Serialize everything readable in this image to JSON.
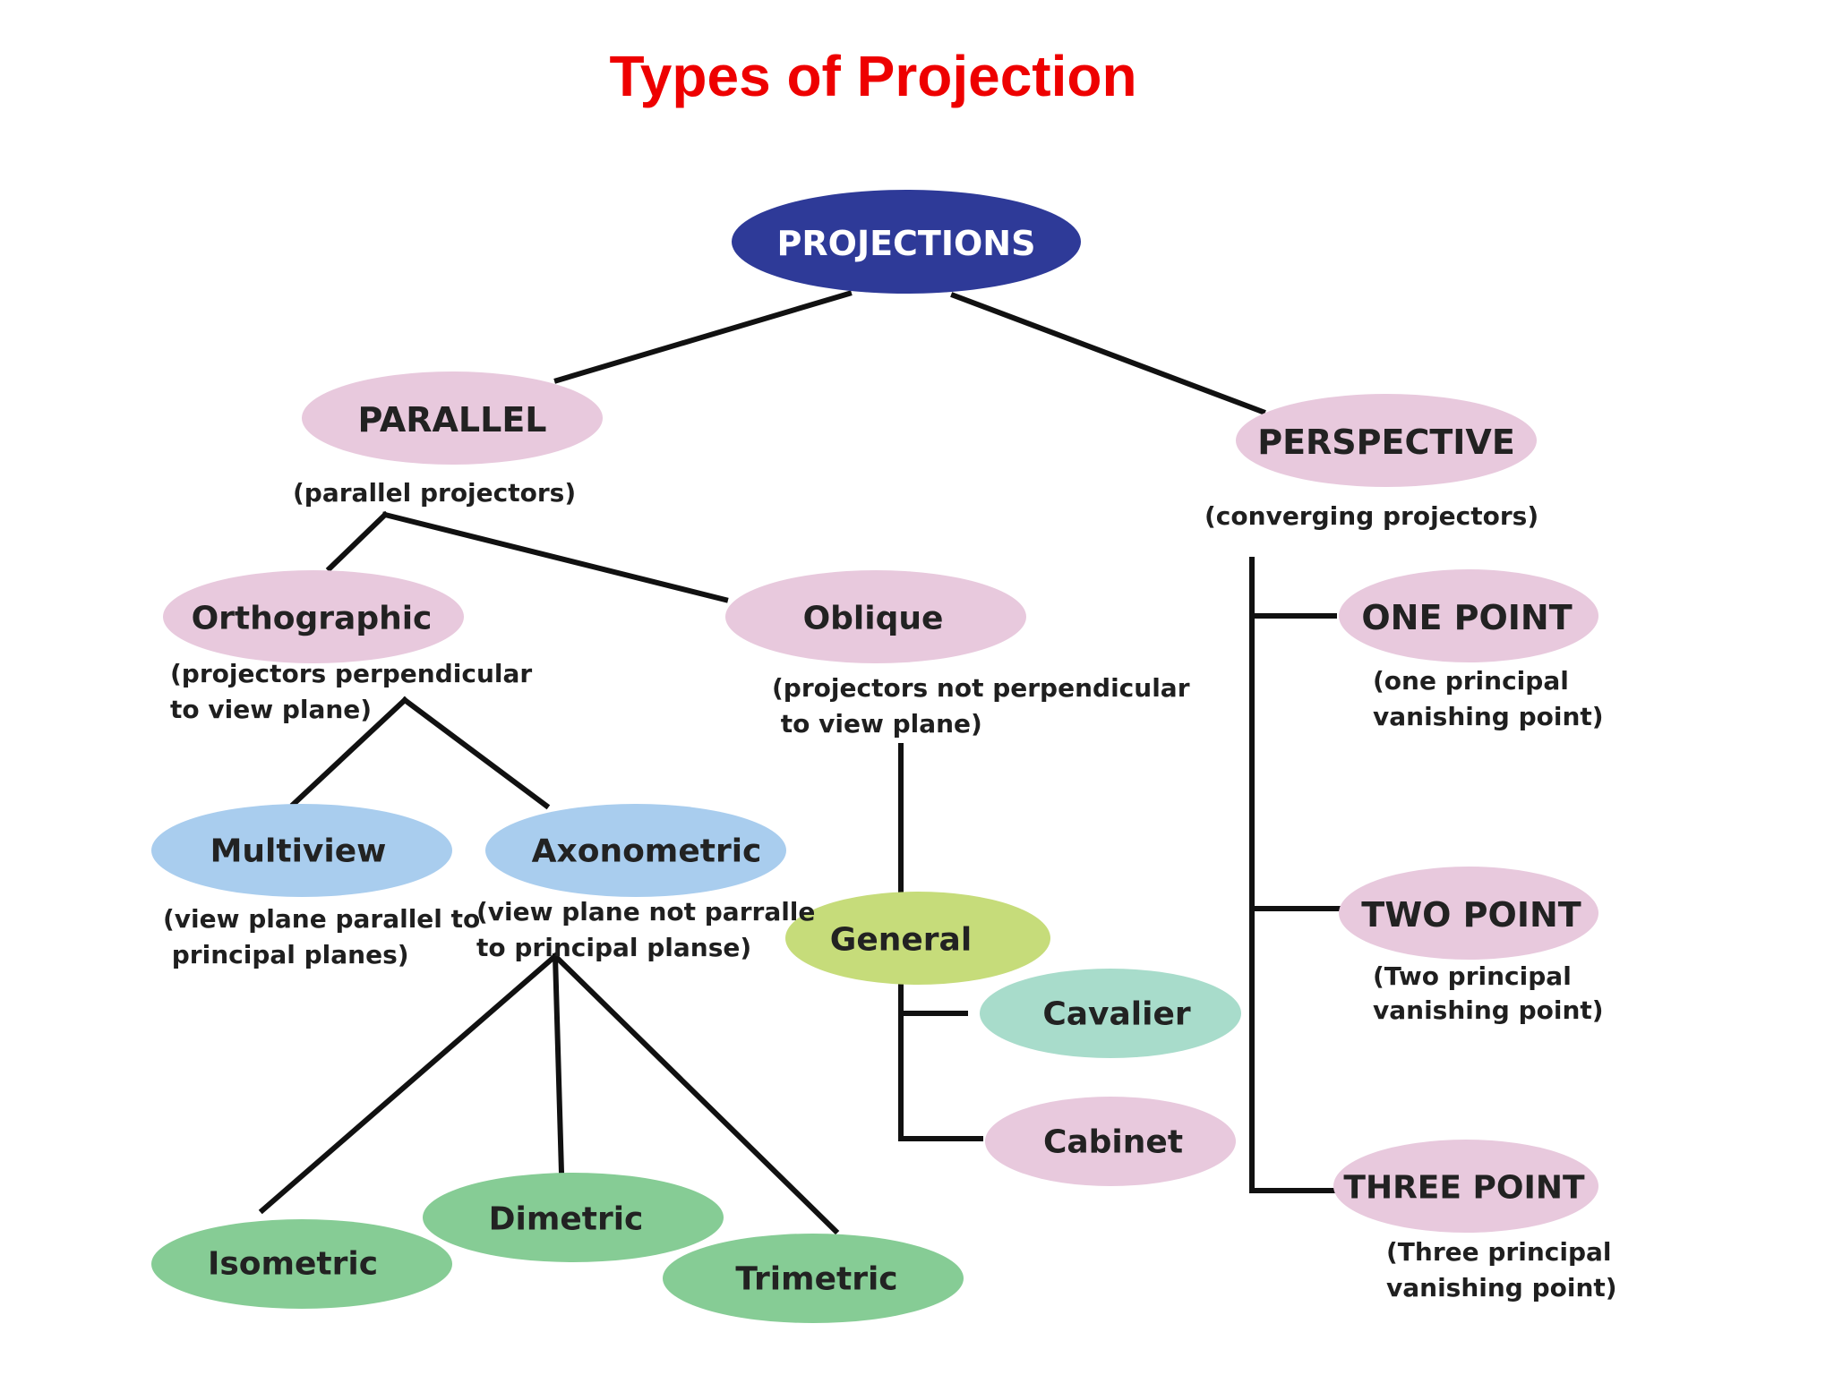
{
  "title": "Types of Projection",
  "colors": {
    "title": "#ee0000",
    "root": "#2e3a98",
    "pink": "#e8c9dd",
    "blue": "#a9cdee",
    "lime": "#c6dc7a",
    "teal": "#a8dccb",
    "green": "#86cc95"
  },
  "nodes": {
    "projections": "PROJECTIONS",
    "parallel": "PARALLEL",
    "perspective": "PERSPECTIVE",
    "orthographic": "Orthographic",
    "oblique": "Oblique",
    "multiview": "Multiview",
    "axonometric": "Axonometric",
    "general": "General",
    "cavalier": "Cavalier",
    "cabinet": "Cabinet",
    "isometric": "Isometric",
    "dimetric": "Dimetric",
    "trimetric": "Trimetric",
    "one_point": "ONE POINT",
    "two_point": "TWO POINT",
    "three_point": "THREE POINT"
  },
  "notes": {
    "parallel": [
      "(parallel projectors)"
    ],
    "perspective": [
      "(converging projectors)"
    ],
    "orthographic": [
      "(projectors perpendicular",
      "to view plane)"
    ],
    "oblique": [
      "(projectors not perpendicular",
      " to view plane)"
    ],
    "multiview": [
      "(view plane parallel to",
      " principal planes)"
    ],
    "axonometric": [
      "(view plane not parralle",
      "to principal planse)"
    ],
    "one_point": [
      "(one principal",
      "vanishing point)"
    ],
    "two_point": [
      "(Two principal",
      "vanishing point)"
    ],
    "three_point": [
      "(Three principal",
      "vanishing point)"
    ]
  }
}
